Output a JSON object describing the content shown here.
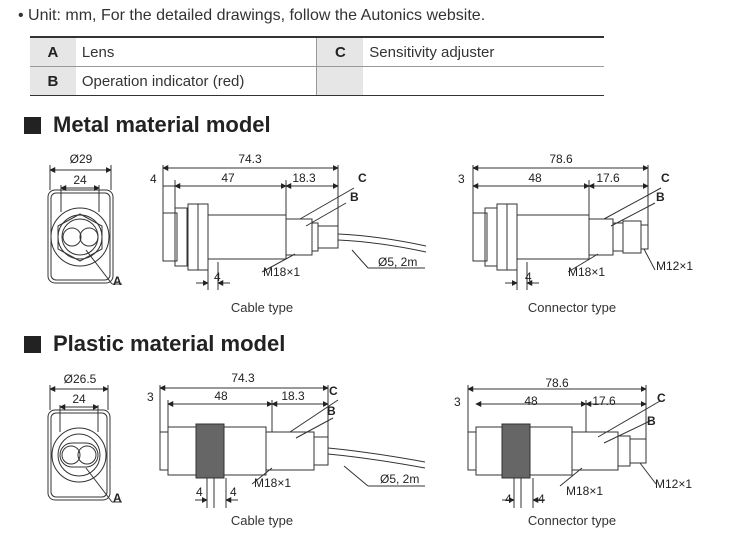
{
  "note": "• Unit: mm, For the detailed drawings, follow the Autonics website.",
  "legend": [
    {
      "key": "A",
      "label": "Lens",
      "key2": "C",
      "label2": "Sensitivity adjuster"
    },
    {
      "key": "B",
      "label": "Operation indicator (red)",
      "key2": "",
      "label2": ""
    }
  ],
  "metal": {
    "title": "Metal material model",
    "front": {
      "dia": "Ø29",
      "width": "24",
      "lens": "A"
    },
    "cable": {
      "total": "74.3",
      "d1": "4",
      "d2": "47",
      "d3": "18.3",
      "thread": "M18×1",
      "cable": "Ø5, 2m",
      "small": "4",
      "c": "C",
      "b": "B",
      "caption": "Cable type"
    },
    "conn": {
      "total": "78.6",
      "d1": "3",
      "d2": "48",
      "d3": "17.6",
      "thread": "M18×1",
      "conn": "M12×1",
      "small": "4",
      "c": "C",
      "b": "B",
      "caption": "Connector type"
    }
  },
  "plastic": {
    "title": "Plastic material model",
    "front": {
      "dia": "Ø26.5",
      "width": "24",
      "lens": "A"
    },
    "cable": {
      "total": "74.3",
      "d1": "3",
      "d2": "48",
      "d3": "18.3",
      "thread": "M18×1",
      "cable": "Ø5, 2m",
      "small1": "4",
      "small2": "4",
      "c": "C",
      "b": "B",
      "caption": "Cable type"
    },
    "conn": {
      "total": "78.6",
      "d1": "3",
      "d2": "48",
      "d3": "17.6",
      "thread": "M18×1",
      "conn": "M12×1",
      "small1": "4",
      "small2": "4",
      "c": "C",
      "b": "B",
      "caption": "Connector type"
    }
  }
}
